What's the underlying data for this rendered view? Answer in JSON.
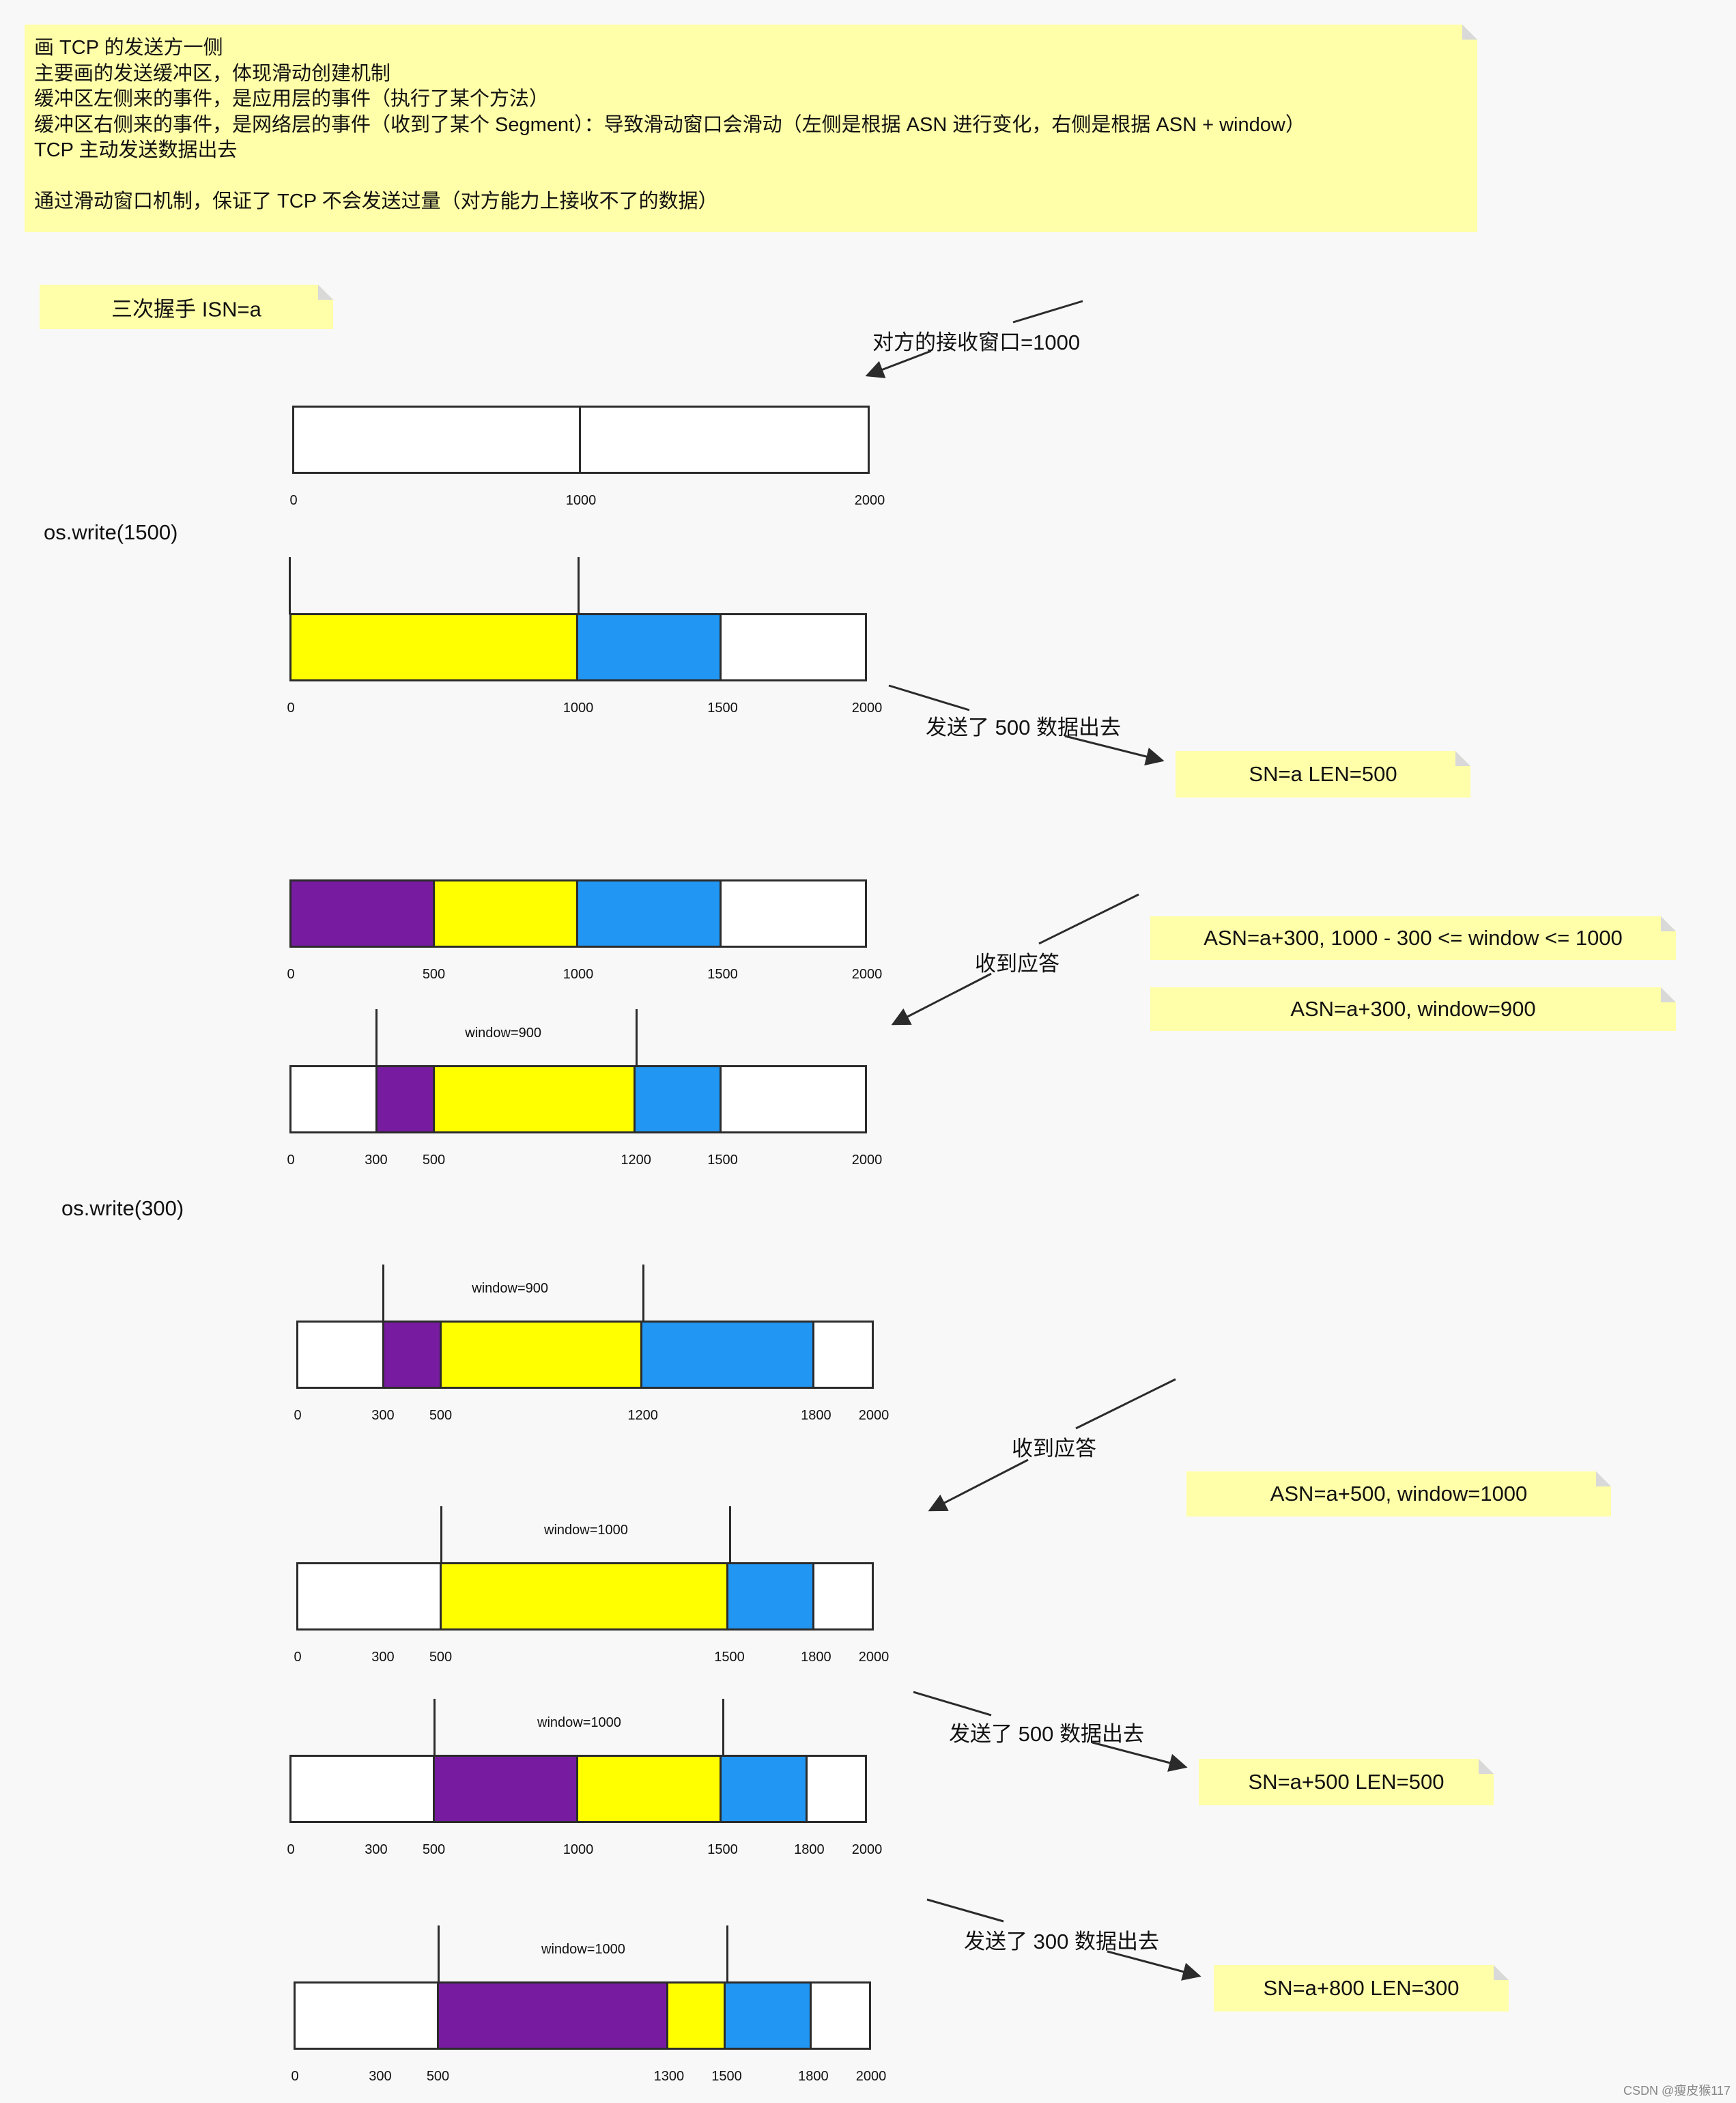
{
  "intro_note": {
    "lines": [
      "画 TCP 的发送方一侧",
      "主要画的发送缓冲区，体现滑动创建机制",
      "缓冲区左侧来的事件，是应用层的事件（执行了某个方法）",
      "缓冲区右侧来的事件，是网络层的事件（收到了某个 Segment）：导致滑动窗口会滑动（左侧是根据 ASN 进行变化，右侧是根据 ASN + window）",
      "TCP 主动发送数据出去",
      "",
      "通过滑动窗口机制，保证了 TCP 不会发送过量（对方能力上接收不了的数据）"
    ]
  },
  "notes": {
    "handshake": "三次握手 ISN=a",
    "sn1": "SN=a LEN=500",
    "asn_range": "ASN=a+300, 1000 - 300 <= window <= 1000",
    "asn1": "ASN=a+300, window=900",
    "asn2": "ASN=a+500, window=1000",
    "sn2": "SN=a+500 LEN=500",
    "sn3": "SN=a+800 LEN=300"
  },
  "labels": {
    "recv_window": "对方的接收窗口=1000",
    "write1": "os.write(1500)",
    "sent500_a": "发送了 500 数据出去",
    "ack_a": "收到应答",
    "write2": "os.write(300)",
    "ack_b": "收到应答",
    "sent500_b": "发送了 500 数据出去",
    "sent300": "发送了 300 数据出去"
  },
  "colors": {
    "sent_unacked": "#771ba1",
    "unsent": "#ffff00",
    "outside_window": "#2196f3",
    "empty": "#ffffff",
    "note": "#ffffa9"
  },
  "bars": [
    {
      "segments": [
        {
          "from": 0,
          "to": 1000,
          "c": "empty"
        },
        {
          "from": 1000,
          "to": 2000,
          "c": "empty"
        }
      ],
      "ticks": [
        "0",
        "1000",
        "2000"
      ],
      "tick_values": [
        0,
        1000,
        2000
      ],
      "window": null
    },
    {
      "segments": [
        {
          "from": 0,
          "to": 1000,
          "c": "unsent"
        },
        {
          "from": 1000,
          "to": 1500,
          "c": "outside_window"
        },
        {
          "from": 1500,
          "to": 2000,
          "c": "empty"
        }
      ],
      "ticks": [
        "0",
        "1000",
        "1500",
        "2000"
      ],
      "tick_values": [
        0,
        1000,
        1500,
        2000
      ],
      "window": {
        "from": 0,
        "to": 1000,
        "label": ""
      }
    },
    {
      "segments": [
        {
          "from": 0,
          "to": 500,
          "c": "sent_unacked"
        },
        {
          "from": 500,
          "to": 1000,
          "c": "unsent"
        },
        {
          "from": 1000,
          "to": 1500,
          "c": "outside_window"
        },
        {
          "from": 1500,
          "to": 2000,
          "c": "empty"
        }
      ],
      "ticks": [
        "0",
        "500",
        "1000",
        "1500",
        "2000"
      ],
      "tick_values": [
        0,
        500,
        1000,
        1500,
        2000
      ],
      "window": null
    },
    {
      "segments": [
        {
          "from": 0,
          "to": 300,
          "c": "empty"
        },
        {
          "from": 300,
          "to": 500,
          "c": "sent_unacked"
        },
        {
          "from": 500,
          "to": 1200,
          "c": "unsent"
        },
        {
          "from": 1200,
          "to": 1500,
          "c": "outside_window"
        },
        {
          "from": 1500,
          "to": 2000,
          "c": "empty"
        }
      ],
      "ticks": [
        "0",
        "300",
        "500",
        "1200",
        "1500",
        "2000"
      ],
      "tick_values": [
        0,
        300,
        500,
        1200,
        1500,
        2000
      ],
      "window": {
        "from": 300,
        "to": 1200,
        "label": "window=900"
      }
    },
    {
      "segments": [
        {
          "from": 0,
          "to": 300,
          "c": "empty"
        },
        {
          "from": 300,
          "to": 500,
          "c": "sent_unacked"
        },
        {
          "from": 500,
          "to": 1200,
          "c": "unsent"
        },
        {
          "from": 1200,
          "to": 1800,
          "c": "outside_window"
        },
        {
          "from": 1800,
          "to": 2000,
          "c": "empty"
        }
      ],
      "ticks": [
        "0",
        "300",
        "500",
        "1200",
        "1800",
        "2000"
      ],
      "tick_values": [
        0,
        300,
        500,
        1200,
        1800,
        2000
      ],
      "window": {
        "from": 300,
        "to": 1200,
        "label": "window=900"
      }
    },
    {
      "segments": [
        {
          "from": 0,
          "to": 500,
          "c": "empty"
        },
        {
          "from": 500,
          "to": 1500,
          "c": "unsent"
        },
        {
          "from": 1500,
          "to": 1800,
          "c": "outside_window"
        },
        {
          "from": 1800,
          "to": 2000,
          "c": "empty"
        }
      ],
      "ticks": [
        "0",
        "300",
        "500",
        "1500",
        "1800",
        "2000"
      ],
      "tick_values": [
        0,
        300,
        500,
        1500,
        1800,
        2000
      ],
      "window": {
        "from": 500,
        "to": 1500,
        "label": "window=1000"
      }
    },
    {
      "segments": [
        {
          "from": 0,
          "to": 500,
          "c": "empty"
        },
        {
          "from": 500,
          "to": 1000,
          "c": "sent_unacked"
        },
        {
          "from": 1000,
          "to": 1500,
          "c": "unsent"
        },
        {
          "from": 1500,
          "to": 1800,
          "c": "outside_window"
        },
        {
          "from": 1800,
          "to": 2000,
          "c": "empty"
        }
      ],
      "ticks": [
        "0",
        "300",
        "500",
        "1000",
        "1500",
        "1800",
        "2000"
      ],
      "tick_values": [
        0,
        300,
        500,
        1000,
        1500,
        1800,
        2000
      ],
      "window": {
        "from": 500,
        "to": 1500,
        "label": "window=1000"
      }
    },
    {
      "segments": [
        {
          "from": 0,
          "to": 500,
          "c": "empty"
        },
        {
          "from": 500,
          "to": 1300,
          "c": "sent_unacked"
        },
        {
          "from": 1300,
          "to": 1500,
          "c": "unsent"
        },
        {
          "from": 1500,
          "to": 1800,
          "c": "outside_window"
        },
        {
          "from": 1800,
          "to": 2000,
          "c": "empty"
        }
      ],
      "ticks": [
        "0",
        "300",
        "500",
        "1300",
        "1500",
        "1800",
        "2000"
      ],
      "tick_values": [
        0,
        300,
        500,
        1300,
        1500,
        1800,
        2000
      ],
      "window": {
        "from": 500,
        "to": 1500,
        "label": "window=1000"
      }
    }
  ],
  "footer": "CSDN @瘦皮猴117"
}
